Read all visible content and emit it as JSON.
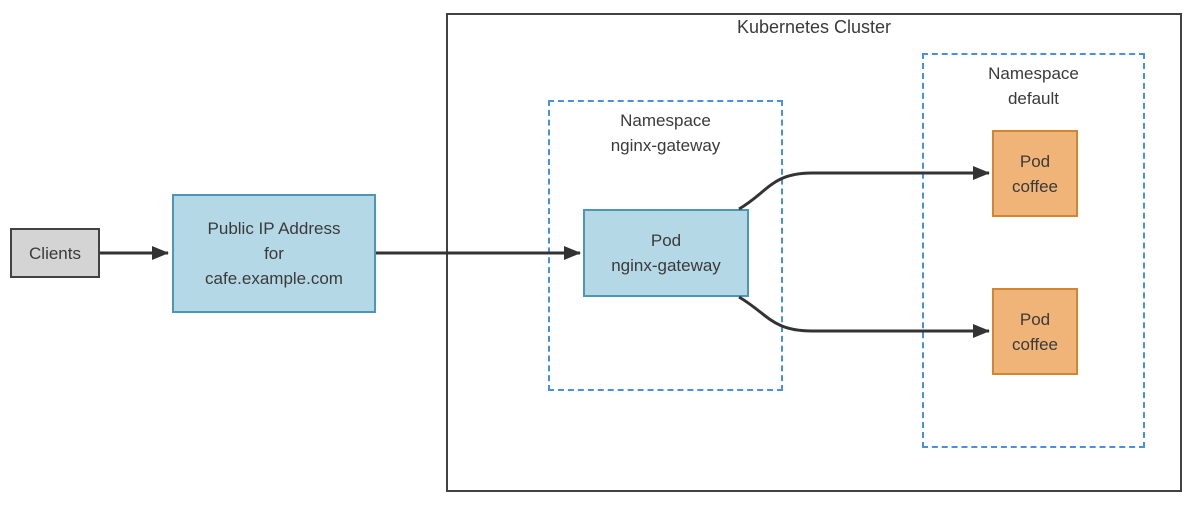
{
  "cluster": {
    "title": "Kubernetes Cluster"
  },
  "nodes": {
    "clients": {
      "label": "Clients"
    },
    "public_ip": {
      "line1": "Public IP Address",
      "line2": "for",
      "line3": "cafe.example.com"
    },
    "namespace_gateway": {
      "line1": "Namespace",
      "line2": "nginx-gateway"
    },
    "pod_gateway": {
      "line1": "Pod",
      "line2": "nginx-gateway"
    },
    "namespace_default": {
      "line1": "Namespace",
      "line2": "default"
    },
    "pod_coffee_top": {
      "line1": "Pod",
      "line2": "coffee"
    },
    "pod_coffee_bottom": {
      "line1": "Pod",
      "line2": "coffee"
    }
  },
  "edges": [
    {
      "from": "clients",
      "to": "public_ip"
    },
    {
      "from": "public_ip",
      "to": "pod_gateway"
    },
    {
      "from": "pod_gateway",
      "to": "pod_coffee_top"
    },
    {
      "from": "pod_gateway",
      "to": "pod_coffee_bottom"
    }
  ],
  "colors": {
    "box_blue_fill": "#b5d8e6",
    "box_blue_border": "#4d97b5",
    "box_orange_fill": "#f0b478",
    "box_orange_border": "#d1862f",
    "box_gray_fill": "#d4d4d4",
    "solid_border": "#424242",
    "namespace_dashed_border": "#4a90e2",
    "arrow": "#333333",
    "text": "#3a3a3a",
    "background": "#ffffff"
  }
}
